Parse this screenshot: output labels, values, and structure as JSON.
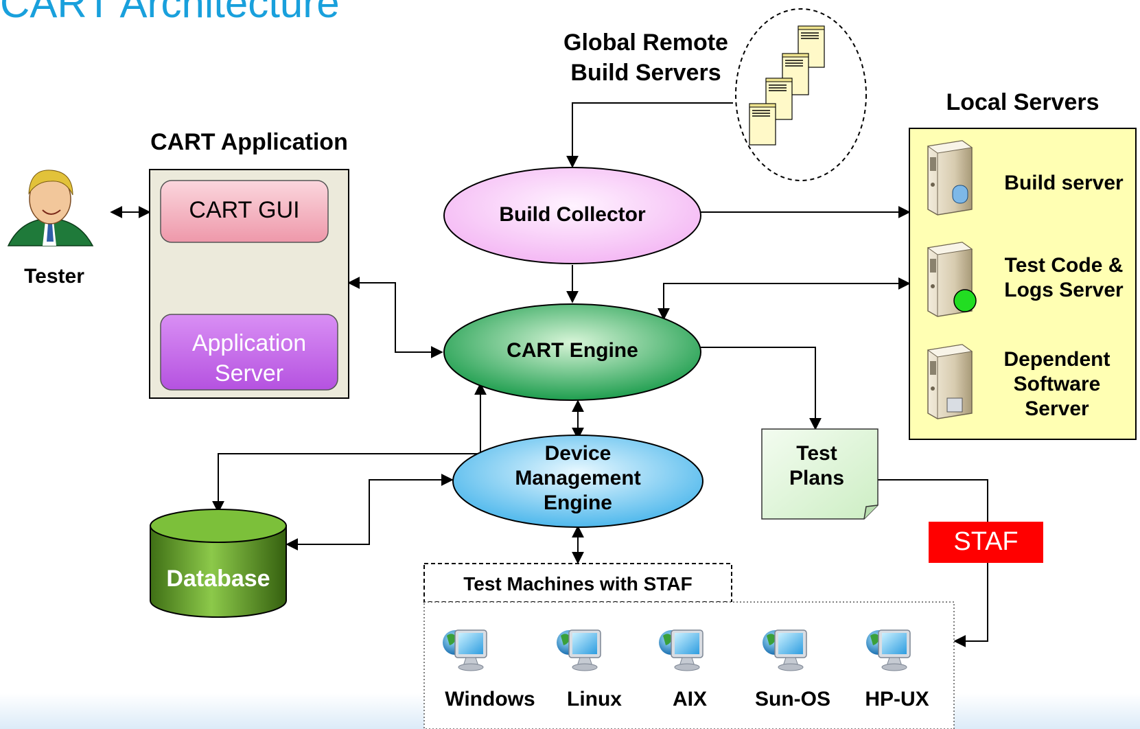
{
  "title": "CART Architecture",
  "tester": {
    "label": "Tester"
  },
  "cart_app": {
    "title": "CART Application",
    "gui": "CART GUI",
    "app_server": "Application\nServer"
  },
  "global": {
    "title": "Global Remote\nBuild Servers"
  },
  "build_collector": "Build Collector",
  "cart_engine": "CART Engine",
  "device_engine": "Device\nManagement\nEngine",
  "database": "Database",
  "test_plans": "Test\nPlans",
  "staf": "STAF",
  "local_servers": {
    "title": "Local Servers",
    "items": [
      {
        "label": "Build server",
        "icon": "build-server-icon"
      },
      {
        "label": "Test Code &\nLogs Server",
        "icon": "test-code-server-icon"
      },
      {
        "label": "Dependent\nSoftware\nServer",
        "icon": "dependent-server-icon"
      }
    ]
  },
  "machines": {
    "title": "Test Machines with STAF",
    "items": [
      "Windows",
      "Linux",
      "AIX",
      "Sun-OS",
      "HP-UX"
    ]
  },
  "colors": {
    "title": "#19a0dc",
    "build_collector": "#f7c8f7",
    "cart_engine": "#1f9e4f",
    "device_engine": "#5bc0f0",
    "database": "#4e8a1e",
    "staf": "#ff0000",
    "local_servers_bg": "#ffffb3",
    "cart_app_bg": "#eceadb",
    "gui": "#f2aab8",
    "app_server": "#c565e8",
    "test_plans": "#e3f6dd"
  }
}
